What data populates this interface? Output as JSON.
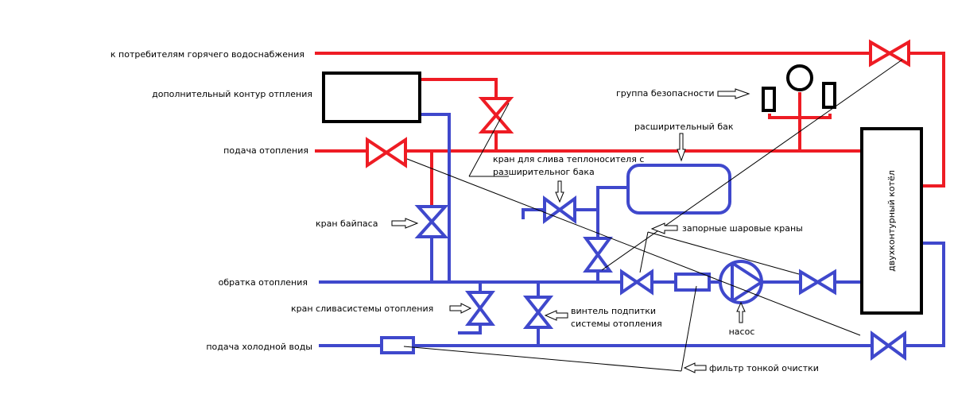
{
  "title": "Схема обвязки двухконтурного котла",
  "colors": {
    "hot": "#ee1c24",
    "cold": "#3f48cc",
    "outline": "#000000"
  },
  "labels": {
    "hot_water_consumers": "к потребителям горячего водоснабжения",
    "extra_heating_circuit": "дополнительный контур отпления",
    "heating_supply": "подача отопления",
    "bypass_valve": "кран байпаса",
    "heating_return": "обратка отопления",
    "heating_drain_valve": "кран сливасистемы отопления",
    "cold_water_supply": "подача холодной воды",
    "safety_group": "группа безопасности",
    "expansion_tank": "расширительный бак",
    "tank_drain_valve_line1": "кран для слива теплоносителя с",
    "tank_drain_valve_line2": "разширительног бака",
    "shutoff_ball_valves": "запорные шаровые краны",
    "makeup_valve_line1": "винтель подпитки",
    "makeup_valve_line2": "системы отопления",
    "pump": "насос",
    "fine_filter": "фильтр тонкой очистки",
    "boiler": "двухконтурный котёл"
  }
}
